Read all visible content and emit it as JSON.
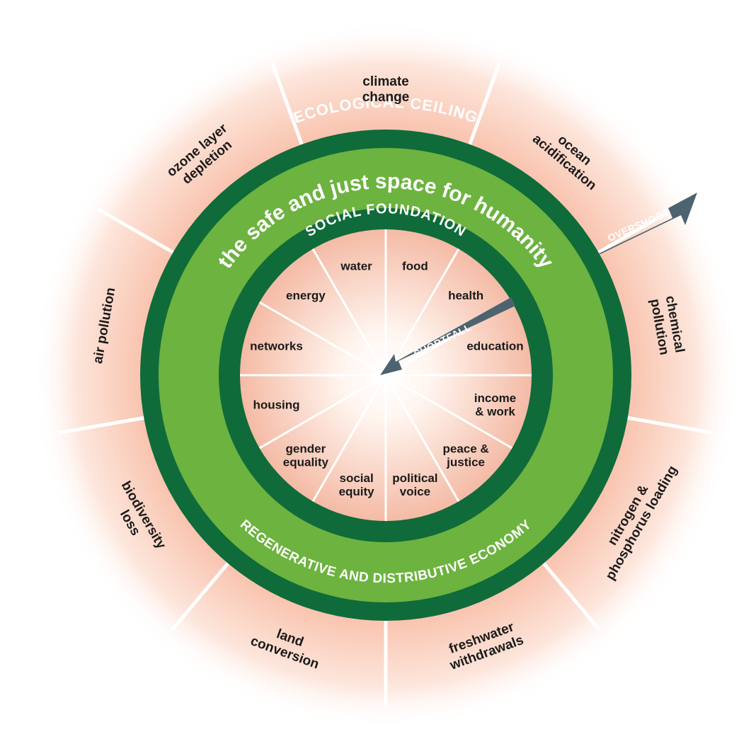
{
  "rings": {
    "ecological_ceiling": "ECOLOGICAL CEILING",
    "safe_space": "the safe and just space for humanity",
    "social_foundation": "SOCIAL FOUNDATION",
    "economy": "REGENERATIVE AND DISTRIBUTIVE ECONOMY"
  },
  "arrows": {
    "overshoot": "OVERSHOOT",
    "shortfall": "SHORTFALL"
  },
  "ecological_ceiling_items": [
    {
      "lines": [
        "climate",
        "change"
      ]
    },
    {
      "lines": [
        "ocean",
        "acidification"
      ]
    },
    {
      "lines": [
        "chemical",
        "pollution"
      ]
    },
    {
      "lines": [
        "nitrogen &",
        "phosphorus loading"
      ]
    },
    {
      "lines": [
        "freshwater",
        "withdrawals"
      ]
    },
    {
      "lines": [
        "land",
        "conversion"
      ]
    },
    {
      "lines": [
        "biodiversity",
        "loss"
      ]
    },
    {
      "lines": [
        "air pollution"
      ]
    },
    {
      "lines": [
        "ozone layer",
        "depletion"
      ]
    }
  ],
  "social_foundation_items": [
    {
      "lines": [
        "food"
      ]
    },
    {
      "lines": [
        "health"
      ]
    },
    {
      "lines": [
        "education"
      ]
    },
    {
      "lines": [
        "income",
        "& work"
      ]
    },
    {
      "lines": [
        "peace &",
        "justice"
      ]
    },
    {
      "lines": [
        "political",
        "voice"
      ]
    },
    {
      "lines": [
        "social",
        "equity"
      ]
    },
    {
      "lines": [
        "gender",
        "equality"
      ]
    },
    {
      "lines": [
        "housing"
      ]
    },
    {
      "lines": [
        "networks"
      ]
    },
    {
      "lines": [
        "energy"
      ]
    },
    {
      "lines": [
        "water"
      ]
    }
  ],
  "colors": {
    "dark_green": "#0f6b3a",
    "light_green": "#6cb33f",
    "shortfall_fill": "#f2b8a0",
    "overshoot_fill": "#f5b49c",
    "arrow": "#4d6470",
    "divider": "#ffffff"
  }
}
